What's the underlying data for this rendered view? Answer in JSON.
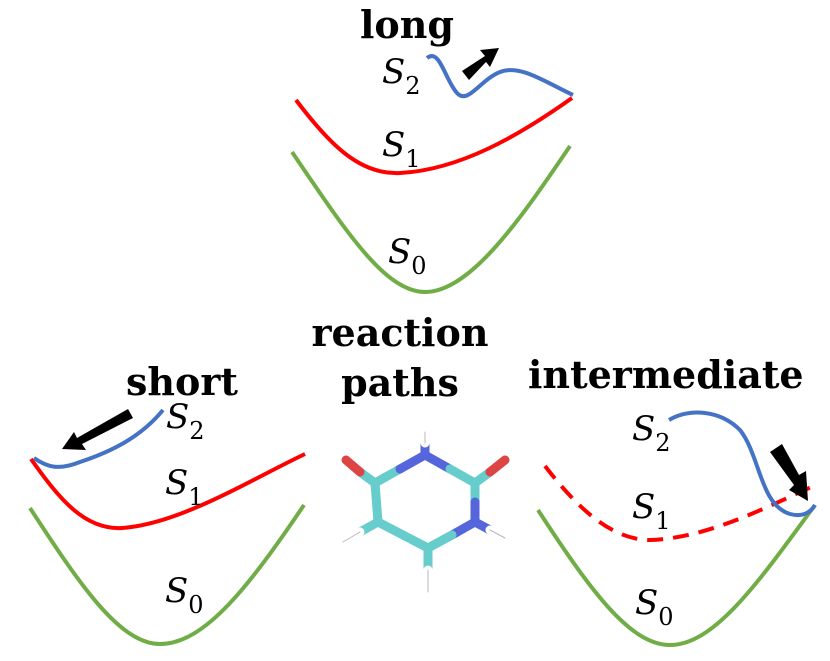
{
  "center_label": {
    "line1": "reaction",
    "line2": "paths"
  },
  "panels": {
    "long": {
      "title": "long",
      "s2": {
        "base": "S",
        "sub": "2"
      },
      "s1": {
        "base": "S",
        "sub": "1"
      },
      "s0": {
        "base": "S",
        "sub": "0"
      }
    },
    "short": {
      "title": "short",
      "s2": {
        "base": "S",
        "sub": "2"
      },
      "s1": {
        "base": "S",
        "sub": "1"
      },
      "s0": {
        "base": "S",
        "sub": "0"
      }
    },
    "intermediate": {
      "title": "intermediate",
      "s2": {
        "base": "S",
        "sub": "2"
      },
      "s1": {
        "base": "S",
        "sub": "1"
      },
      "s0": {
        "base": "S",
        "sub": "0"
      }
    }
  },
  "colors": {
    "s2_curve": "#4472c4",
    "s1_curve": "#ff0000",
    "s0_curve": "#70ad47",
    "arrow": "#000000",
    "carbon": "#66cccc",
    "nitrogen": "#5566dd",
    "oxygen": "#dd4444",
    "hydrogen": "#ffffff"
  },
  "molecule": {
    "icon": "uracil-molecule-icon"
  }
}
